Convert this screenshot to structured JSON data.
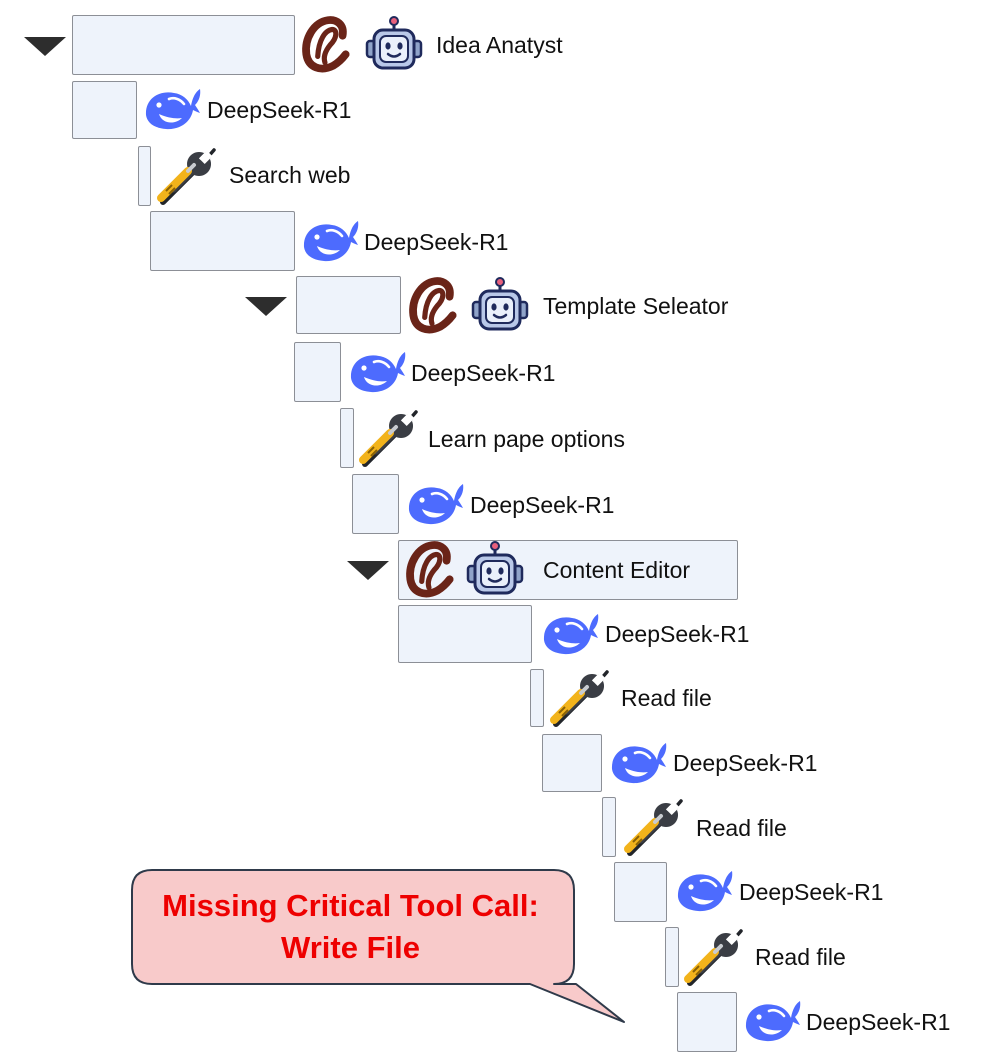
{
  "nodes": {
    "idea_analyst": "Idea Anatyst",
    "llm_1": "DeepSeek-R1",
    "tool_1": "Search web",
    "llm_2": "DeepSeek-R1",
    "template_selector": "Template Seleator",
    "llm_3": "DeepSeek-R1",
    "tool_2": "Learn pape options",
    "llm_4": "DeepSeek-R1",
    "content_editor": "Content Editor",
    "llm_5": "DeepSeek-R1",
    "tool_3": "Read file",
    "llm_6": "DeepSeek-R1",
    "tool_4": "Read file",
    "llm_7": "DeepSeek-R1",
    "tool_5": "Read file",
    "llm_8": "DeepSeek-R1"
  },
  "callout": {
    "line1": "Missing Critical Tool Call:",
    "line2": "Write File",
    "fill_color": "#f8caca",
    "text_color": "#ee0000"
  },
  "icons": {
    "agent": [
      "c-logo-icon",
      "robot-icon"
    ],
    "llm": "whale-icon",
    "tool": "wrench-screwdriver-icon"
  },
  "colors": {
    "bar_fill": "#eef3fb",
    "bar_border": "#8c8f96",
    "whale": "#4d6bfe",
    "c_logo": "#6a2418"
  }
}
